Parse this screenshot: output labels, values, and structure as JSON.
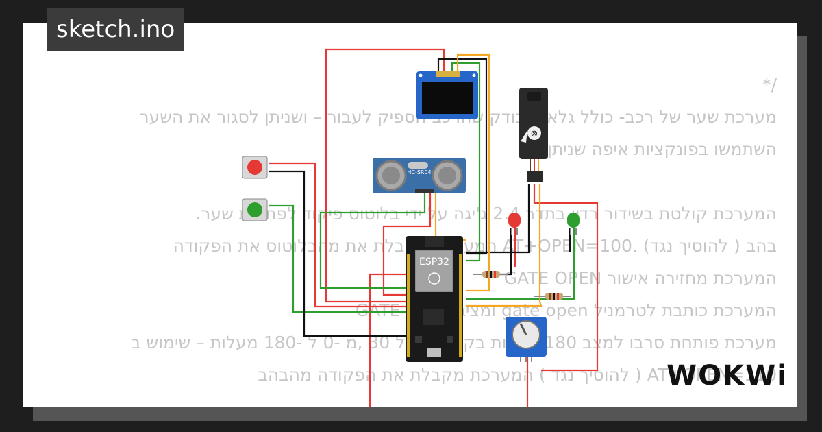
{
  "file": {
    "name": "sketch.ino"
  },
  "brand": {
    "name": "WOKWi"
  },
  "code": {
    "lines": [
      "/*",
      "מערכת שער של רכב-  כולל גלאי שבודק שהרכב הספיק לעבור –  ושניתן לסגור את השער",
      "השתמשו בפונקציות איפה שניתן",
      "",
      "המערכת קולטת בשידור רדיו בתדר 2.4 ג'יגה  על ידי בלוטוס  פיקוד לפתיחת שער.",
      "בהב ( להוסיך נגד)  .AT+OPEN=100 המערכת מקבלת את  מהבלוטוס  את הפקודה",
      "המערכת מחזירה אישור GATE OPEN",
      "המערכת כותבת לטרמניל gate open  ומציג GATE OPEN",
      "מערכת פותחת סרבו למצב 180 מעלות בקפיצות של 30  ,מ -0 ל -180 מעלות – שימוש ב",
      "AT+OPEN=110 ( להוסיך נגד ) המערכת מקבלת את  הפקודה מהבהב"
    ]
  },
  "components": {
    "esp32": {
      "label": "ESP32"
    },
    "ultrasonic": {
      "label": "HC-SR04"
    }
  },
  "colors": {
    "wire_red": "#e53935",
    "wire_green": "#2e9e2e",
    "wire_black": "#111111",
    "wire_orange": "#f5a623",
    "board": "#1a1a1a",
    "sensor_blue": "#3a6fa8",
    "oled_blue": "#2566c8"
  }
}
